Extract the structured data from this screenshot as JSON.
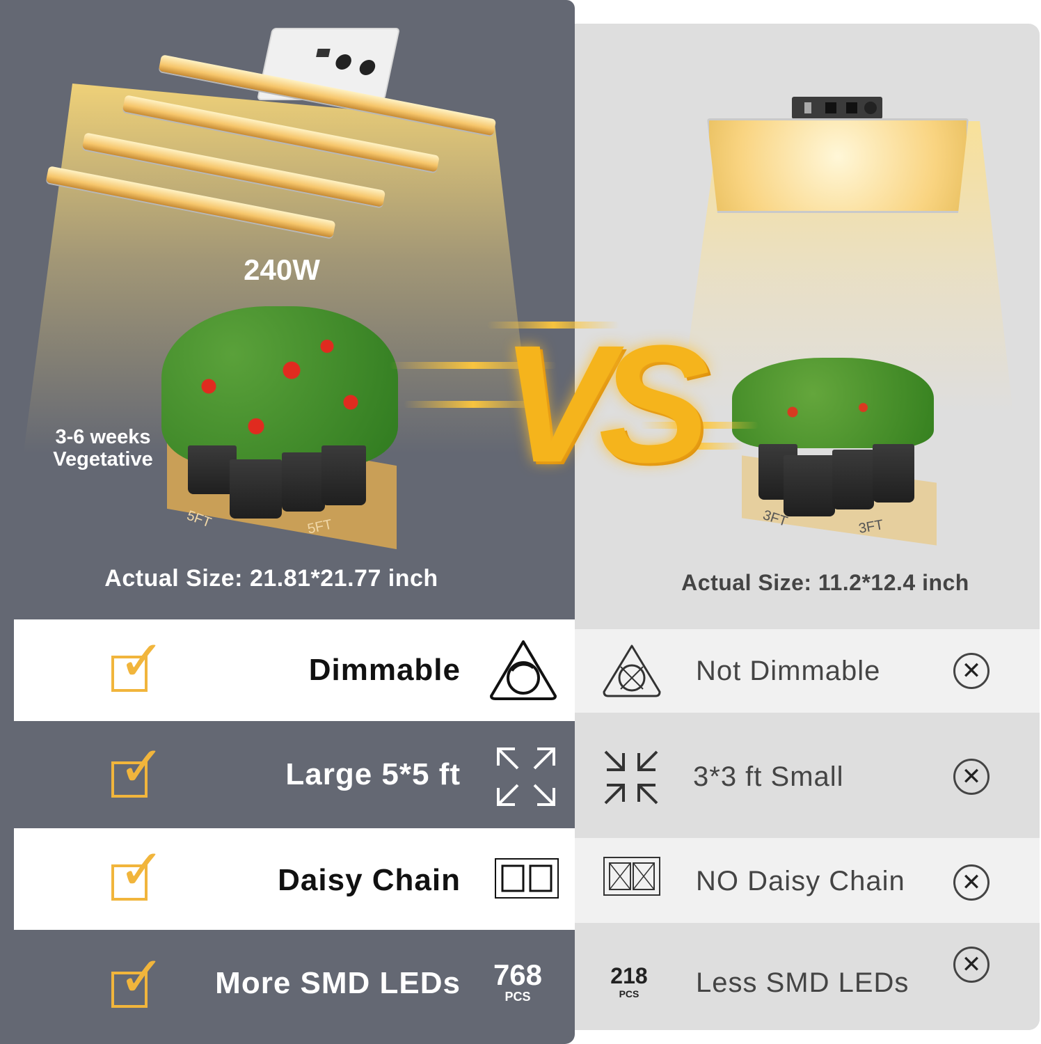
{
  "left": {
    "wattage": "240W",
    "weeks_line1": "3-6 weeks",
    "weeks_line2": "Vegetative",
    "mat_dim_a": "5FT",
    "mat_dim_b": "5FT",
    "actual_size": "Actual Size: 21.81*21.77 inch",
    "features": [
      {
        "label": "Dimmable"
      },
      {
        "label": "Large 5*5 ft"
      },
      {
        "label": "Daisy Chain"
      },
      {
        "label": "More SMD LEDs",
        "count": "768",
        "unit": "PCS"
      }
    ]
  },
  "right": {
    "mat_dim_a": "3FT",
    "mat_dim_b": "3FT",
    "actual_size": "Actual Size: 11.2*12.4 inch",
    "features": [
      {
        "label": "Not Dimmable"
      },
      {
        "label": "3*3 ft Small"
      },
      {
        "label": "NO Daisy Chain"
      },
      {
        "label": "Less SMD LEDs",
        "count": "218",
        "unit": "PCS"
      }
    ]
  },
  "vs": "VS",
  "colors": {
    "left_bg": "#646873",
    "right_bg": "#dedede",
    "accent": "#f1b53c",
    "vs": "#f5b41c"
  },
  "icons": {
    "check": "checkbox-check-icon",
    "cross": "x-circle-icon",
    "dim": "dimmer-triangle-icon",
    "expand": "expand-arrows-icon",
    "shrink": "shrink-arrows-icon",
    "chain": "daisy-chain-icon"
  }
}
